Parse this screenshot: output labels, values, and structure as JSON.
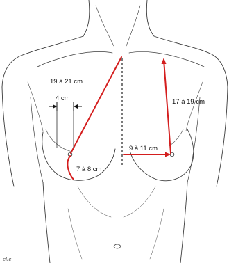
{
  "colors": {
    "measurement_line": "#d41e1e",
    "outline": "#3a3a3a",
    "shading": "#b0b0b0",
    "label_text": "#111111"
  },
  "labels": {
    "sternal_notch_to_nipple": "19 à 21 cm",
    "nipple_to_midclavicular_line": "4 cm",
    "nipple_to_inframammary_fold": "7 à 8 cm",
    "nipple_to_midline": "9 à 11 cm",
    "clavicle_to_nipple": "17 à 19 cm"
  },
  "artist_signature": "cllc"
}
